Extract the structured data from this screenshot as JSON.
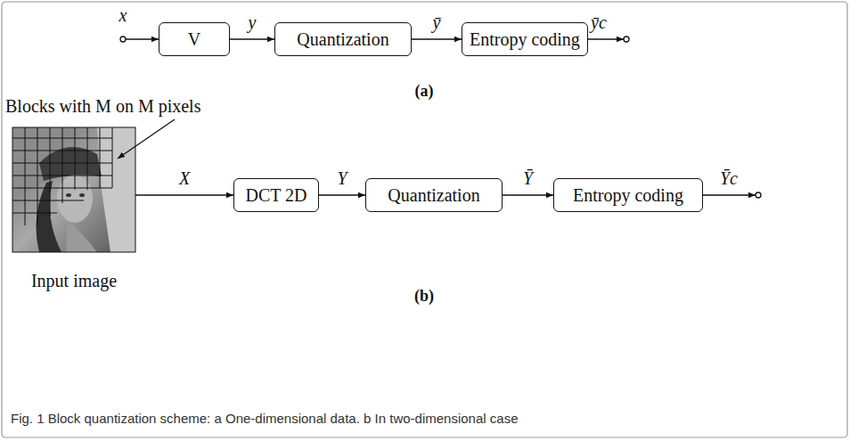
{
  "diagram": {
    "caption": "Fig. 1 Block quantization scheme: a One-dimensional data. b In two-dimensional case",
    "nodes": [
      {
        "text": [
          "V"
        ]
      },
      {
        "text": [
          "Quantization"
        ]
      },
      {
        "text": [
          "Entropy coding"
        ]
      },
      {
        "text": [
          "Input image"
        ]
      },
      {
        "text": [
          "DCT 2D"
        ]
      },
      {
        "text": [
          "Quantization"
        ]
      },
      {
        "text": [
          "Entropy coding"
        ]
      }
    ],
    "edges": [
      {
        "from": 0,
        "to": 1,
        "arrow": "to",
        "label": "y"
      },
      {
        "from": 1,
        "to": 2,
        "arrow": "to",
        "label": "ȳ"
      },
      {
        "from": 3,
        "to": 4,
        "arrow": "to",
        "label": "X"
      },
      {
        "from": 4,
        "to": 5,
        "arrow": "to",
        "label": "Y"
      },
      {
        "from": 5,
        "to": 6,
        "arrow": "to",
        "label": "Ȳ"
      }
    ],
    "labels": [
      "x",
      "ȳc",
      "(a)",
      "Blocks with M on M pixels",
      "Ȳc",
      "(b)"
    ]
  }
}
